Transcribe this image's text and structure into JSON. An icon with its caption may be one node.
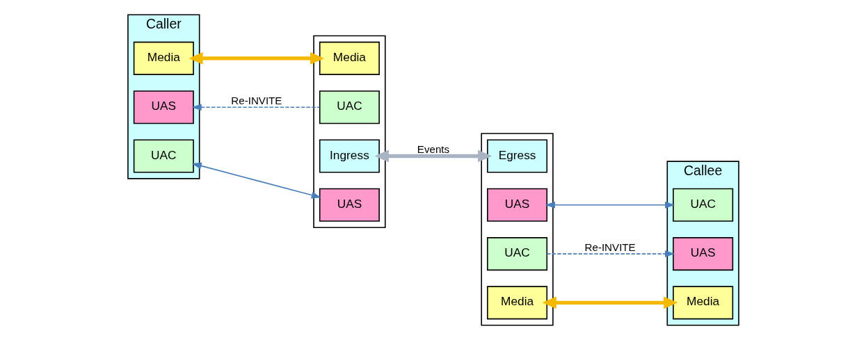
{
  "diagram": {
    "nodes": [
      {
        "text": [
          "Caller"
        ]
      },
      {
        "text": [
          "Media"
        ],
        "in": 0
      },
      {
        "text": [
          "UAS"
        ],
        "in": 0
      },
      {
        "text": [
          "UAC"
        ],
        "in": 0
      },
      {
        "text": [
          "Callee"
        ]
      },
      {
        "text": [
          "UAC"
        ],
        "in": 4
      },
      {
        "text": [
          "UAS"
        ],
        "in": 4
      },
      {
        "text": [
          "Media"
        ],
        "in": 4
      },
      {
        "text": [],
        "shape": "box"
      },
      {
        "text": [
          "UAS"
        ],
        "in": 8
      },
      {
        "text": [
          "UAC"
        ],
        "in": 8
      },
      {
        "text": [
          "Ingress"
        ],
        "in": 8
      },
      {
        "text": [
          "Media"
        ],
        "in": 8
      },
      {
        "text": [],
        "shape": "box"
      },
      {
        "text": [
          "Egress"
        ],
        "in": 13
      },
      {
        "text": [
          "UAS"
        ],
        "in": 13
      },
      {
        "text": [
          "UAC"
        ],
        "in": 13
      },
      {
        "text": [
          "Media"
        ],
        "in": 13
      }
    ],
    "edges": [
      {
        "from": 10,
        "to": 2,
        "arrow": "to",
        "label": "Re-INVITE",
        "style": "dashed"
      },
      {
        "from": 3,
        "to": 9,
        "arrow": "both"
      },
      {
        "from": 1,
        "to": 12,
        "arrow": "both",
        "style": "thick",
        "color": "#f5b800"
      },
      {
        "from": 11,
        "to": 14,
        "arrow": "both",
        "label": "Events",
        "style": "thick",
        "color": "#a9b4c2"
      },
      {
        "from": 5,
        "to": 15,
        "arrow": "both"
      },
      {
        "from": 16,
        "to": 6,
        "arrow": "to",
        "label": "Re-INVITE",
        "style": "dashed"
      },
      {
        "from": 7,
        "to": 17,
        "arrow": "both",
        "style": "thick",
        "color": "#f5b800"
      }
    ]
  }
}
